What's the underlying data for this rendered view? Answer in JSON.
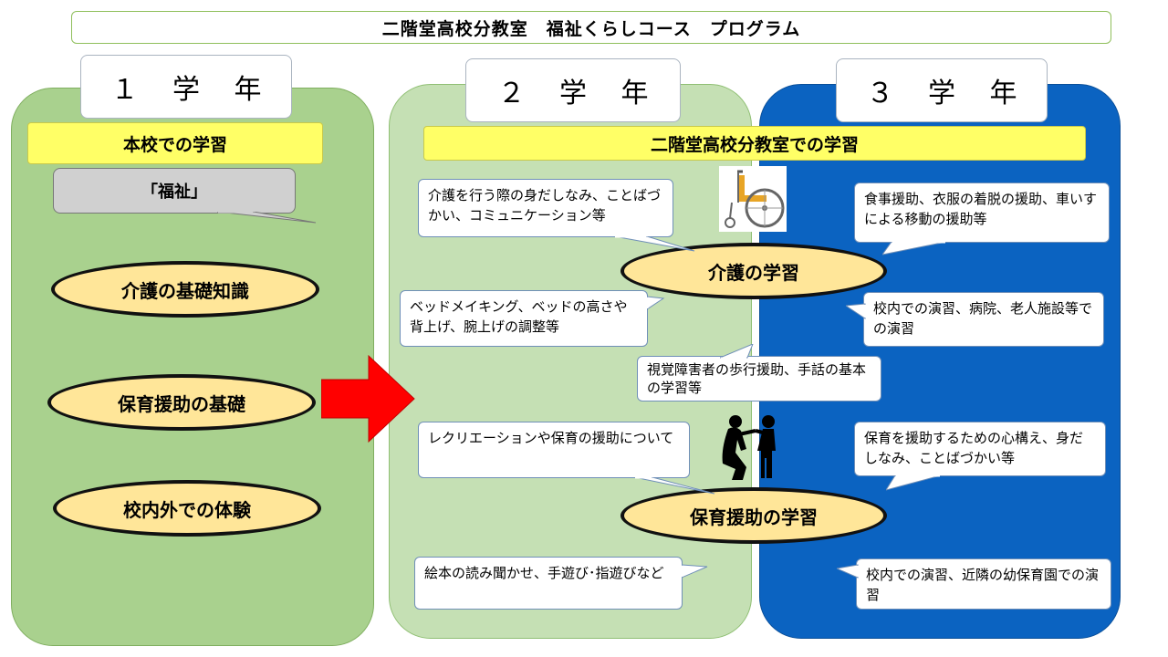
{
  "title": "二階堂高校分教室　福祉くらしコース　プログラム",
  "years": [
    "１ 学 年",
    "２ 学 年",
    "３ 学 年"
  ],
  "year1": {
    "bar": "本校での学習",
    "tag": "「福祉」",
    "items": [
      "介護の基礎知識",
      "保育援助の基礎",
      "校内外での体験"
    ]
  },
  "year23": {
    "bar": "二階堂高校分教室での学習",
    "care_title": "介護の学習",
    "childcare_title": "保育援助の学習",
    "notes": {
      "n1": "介護を行う際の身だしなみ、ことばづかい、コミュニケーション等",
      "n2": "ベッドメイキング、ベッドの高さや背上げ、腕上げの調整等",
      "n3": "視覚障害者の歩行援助、手話の基本の学習等",
      "n4": "レクリエーションや保育の援助について",
      "n5": "絵本の読み聞かせ、手遊び･指遊びなど",
      "n6": "食事援助、衣服の着脱の援助、車いすによる移動の援助等",
      "n7": "校内での演習、病院、老人施設等での演習",
      "n8": "保育を援助するための心構え、身だしなみ、ことばづかい等",
      "n9": "校内での演習、近隣の幼保育園での演習"
    }
  },
  "icons": {
    "wheelchair": "wheelchair-icon",
    "caregiver": "caregiver-child-icon"
  },
  "colors": {
    "year1_panel": "#a9d18e",
    "year2_panel": "#c5e0b4",
    "year3_panel": "#0b63c1",
    "bar": "#ffff66",
    "ellipse": "#ffe699",
    "arrow": "#ff0000"
  }
}
